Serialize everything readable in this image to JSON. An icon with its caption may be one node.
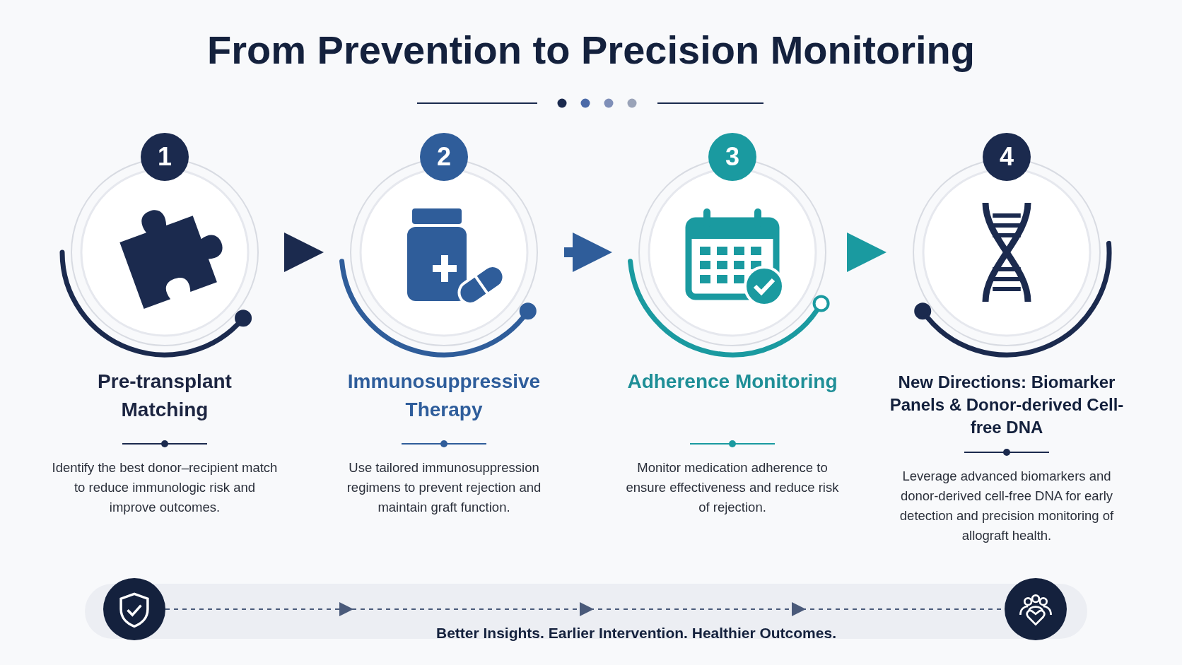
{
  "diagram": {
    "title": "From Prevention to Precision Monitoring",
    "nodes": [
      {
        "text": [
          "1",
          "Pre-transplant Matching",
          "Identify the best donor–recipient match to reduce immunologic risk and improve outcomes."
        ]
      },
      {
        "text": [
          "2",
          "Immunosuppressive Therapy",
          "Use tailored immunosuppression regimens to prevent rejection and maintain graft function."
        ]
      },
      {
        "text": [
          "3",
          "Adherence Monitoring",
          "Monitor medication adherence to ensure effectiveness and reduce risk of rejection."
        ]
      },
      {
        "text": [
          "4",
          "New Directions: Biomarker Panels & Donor-derived Cell-free DNA",
          "Leverage advanced biomarkers and donor-derived cell-free DNA for early detection and precision monitoring of allograft health."
        ]
      },
      {
        "text": [],
        "shape": "circle"
      },
      {
        "text": [],
        "shape": "circle"
      }
    ],
    "edges": [
      {
        "from": 0,
        "to": 1,
        "arrow": "to",
        "color": "#1b2a4e"
      },
      {
        "from": 1,
        "to": 2,
        "arrow": "to",
        "color": "#2f5d9a"
      },
      {
        "from": 2,
        "to": 3,
        "arrow": "to",
        "color": "#1a9aa0"
      },
      {
        "from": 4,
        "to": 5,
        "arrow": "to",
        "style": "dashed",
        "color": "#4a5a7a"
      }
    ],
    "labels": [
      "Better Insights. Earlier Intervention. Healthier Outcomes."
    ]
  }
}
